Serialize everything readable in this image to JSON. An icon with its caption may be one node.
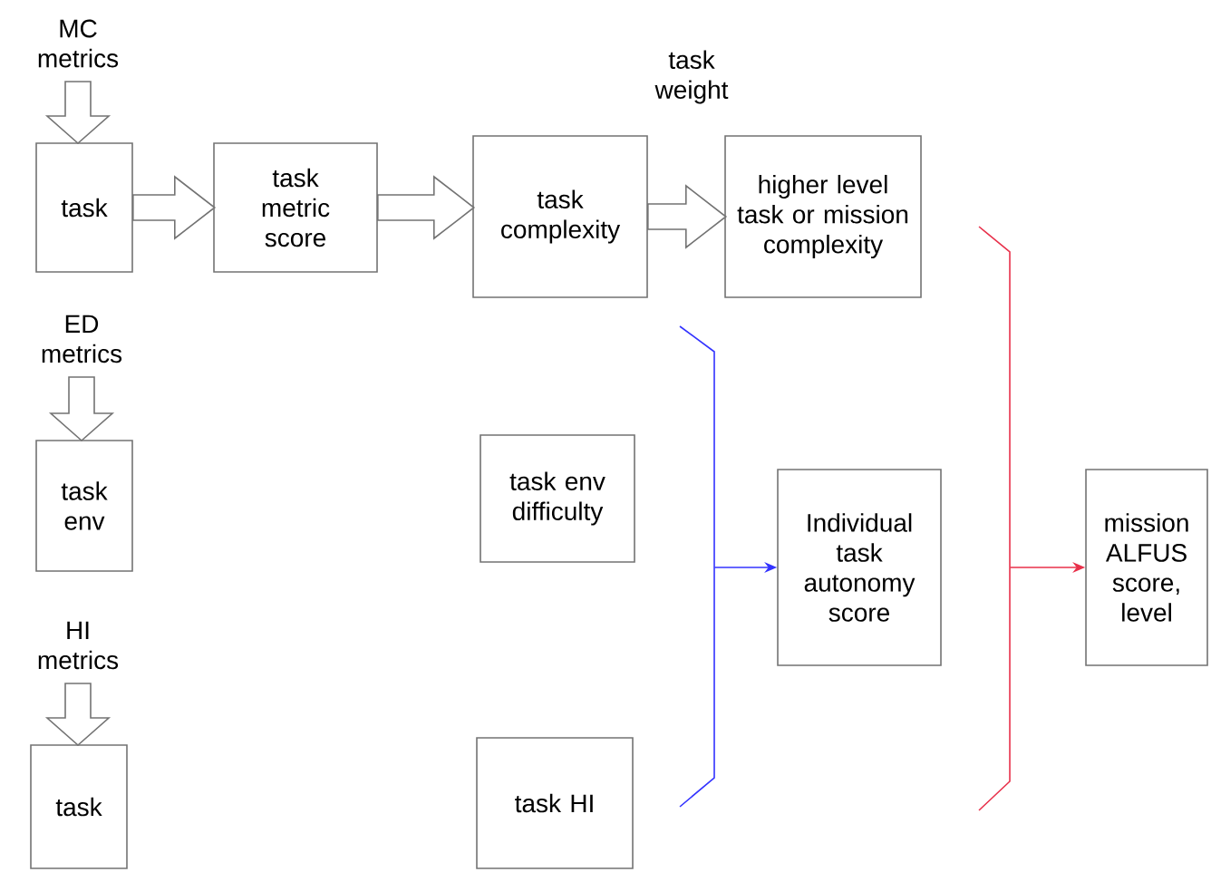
{
  "diagram": {
    "nodes": [
      {
        "text": [
          "MC metrics"
        ]
      },
      {
        "text": [
          "task"
        ]
      },
      {
        "text": [
          "task metric score"
        ]
      },
      {
        "text": [
          "task complexity"
        ]
      },
      {
        "text": [
          "higher level task or mission complexity"
        ]
      },
      {
        "text": [
          "ED metrics"
        ]
      },
      {
        "text": [
          "task env"
        ]
      },
      {
        "text": [
          "task env difficulty"
        ]
      },
      {
        "text": [
          "Individual task autonomy score"
        ]
      },
      {
        "text": [
          "HI metrics"
        ]
      },
      {
        "text": [
          "task"
        ]
      },
      {
        "text": [
          "task HI"
        ]
      },
      {
        "text": [
          "mission ALFUS score, level"
        ]
      },
      {
        "text": [],
        "shape": "bracket"
      },
      {
        "text": [],
        "shape": "bracket"
      }
    ],
    "edges": [
      {
        "from": 0,
        "to": 1,
        "arrow": "to"
      },
      {
        "from": 1,
        "to": 2,
        "arrow": "to"
      },
      {
        "from": 2,
        "to": 3,
        "arrow": "to"
      },
      {
        "from": 3,
        "to": 4,
        "arrow": "to",
        "label": "task weight"
      },
      {
        "from": 5,
        "to": 6,
        "arrow": "to"
      },
      {
        "from": 9,
        "to": 10,
        "arrow": "to"
      },
      {
        "from": 13,
        "to": 8,
        "arrow": "to",
        "color": "#3333ff"
      },
      {
        "from": 14,
        "to": 12,
        "arrow": "to",
        "color": "#e8304a"
      }
    ]
  }
}
